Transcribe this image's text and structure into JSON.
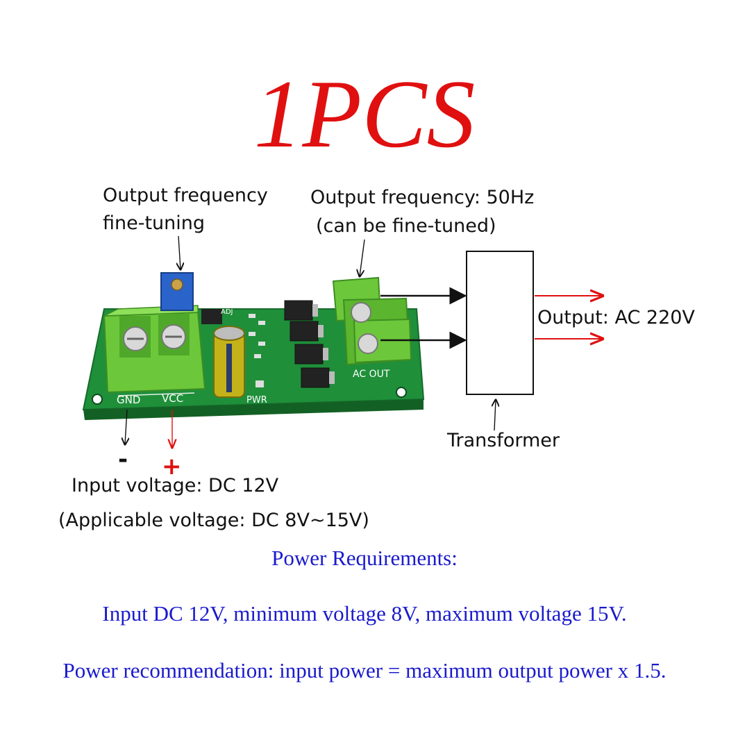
{
  "title": "1PCS",
  "labels": {
    "freq_tune_line1": "Output frequency",
    "freq_tune_line2": "fine-tuning",
    "freq_out_line1": "Output frequency: 50Hz",
    "freq_out_line2": "(can be fine-tuned)",
    "output": "Output: AC 220V",
    "transformer": "Transformer",
    "minus": "-",
    "plus": "+",
    "input_line1": "Input voltage: DC 12V",
    "input_line2": "(Applicable voltage: DC 8V~15V)"
  },
  "board": {
    "gnd": "GND",
    "vcc": "VCC",
    "pwr": "PWR",
    "adj": "ADJ",
    "ac_out": "AC OUT"
  },
  "requirements": {
    "heading": "Power Requirements:",
    "line1": "Input DC 12V, minimum voltage 8V, maximum voltage 15V.",
    "line2": "Power recommendation: input power = maximum output power x 1.5."
  },
  "colors": {
    "title": "#e01010",
    "board": "#1f8f3a",
    "terminal": "#6cc83a",
    "red_arrow": "#e01010",
    "blue_text": "#1a1acc"
  }
}
